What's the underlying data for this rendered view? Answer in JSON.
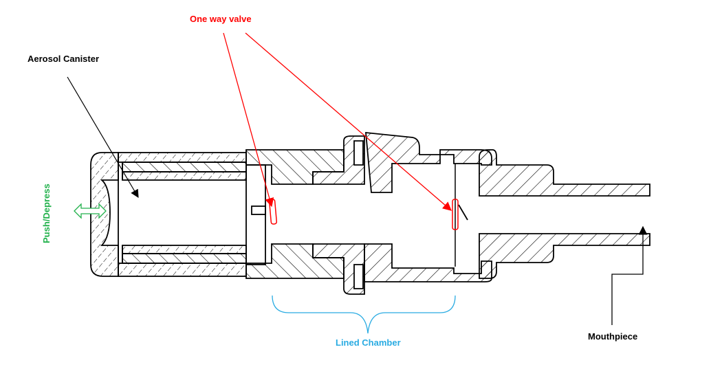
{
  "diagram": {
    "title": "Inhaler spacer cross-section",
    "labels": {
      "one_way_valve": "One way valve",
      "aerosol_canister": "Aerosol Canister",
      "push_depress": "Push/Depress",
      "lined_chamber": "Lined Chamber",
      "mouthpiece": "Mouthpiece"
    },
    "colors": {
      "valve_annotation": "#ff0000",
      "push_annotation": "#22b14c",
      "chamber_annotation": "#29abe2",
      "line_art": "#000000",
      "label_text": "#000000"
    },
    "annotations": [
      {
        "id": "one_way_valve",
        "target_count": 2
      },
      {
        "id": "aerosol_canister",
        "target_count": 1
      },
      {
        "id": "push_depress",
        "arrow": "double-headed"
      },
      {
        "id": "lined_chamber",
        "marker": "curly-brace"
      },
      {
        "id": "mouthpiece",
        "marker": "elbow-arrow"
      }
    ]
  }
}
